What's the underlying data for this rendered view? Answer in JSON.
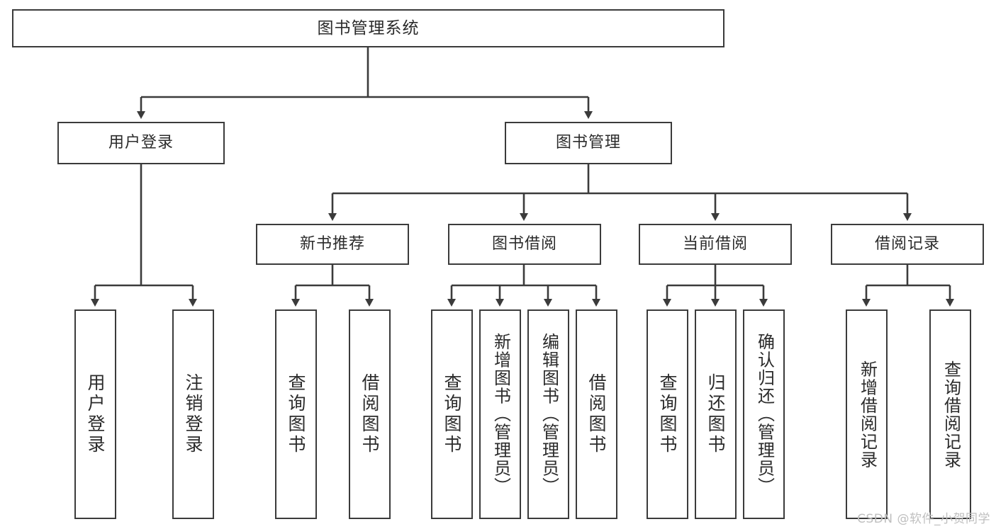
{
  "diagram": {
    "type": "tree-hierarchy",
    "title": "图书管理系统",
    "root": {
      "label": "图书管理系统"
    },
    "level2": [
      {
        "label": "用户登录"
      },
      {
        "label": "图书管理"
      }
    ],
    "level3": [
      {
        "label": "新书推荐"
      },
      {
        "label": "图书借阅"
      },
      {
        "label": "当前借阅"
      },
      {
        "label": "借阅记录"
      }
    ],
    "leaves": {
      "user_login": [
        {
          "label": "用户登录"
        },
        {
          "label": "注销登录"
        }
      ],
      "new_book_recommend": [
        {
          "label": "查询图书"
        },
        {
          "label": "借阅图书"
        }
      ],
      "book_borrow": [
        {
          "label": "查询图书"
        },
        {
          "label": "新增图书（管理员）"
        },
        {
          "label": "编辑图书（管理员）"
        },
        {
          "label": "借阅图书"
        }
      ],
      "current_borrow": [
        {
          "label": "查询图书"
        },
        {
          "label": "归还图书"
        },
        {
          "label": "确认归还（管理员）"
        }
      ],
      "borrow_record": [
        {
          "label": "新增借阅记录"
        },
        {
          "label": "查询借阅记录"
        }
      ]
    }
  },
  "watermark": {
    "text": "CSDN @软件_小贺同学"
  },
  "colors": {
    "stroke": "#3b3b3b",
    "fill": "#ffffff",
    "text": "#2b2b2b",
    "watermark": "#bfbfbf"
  }
}
